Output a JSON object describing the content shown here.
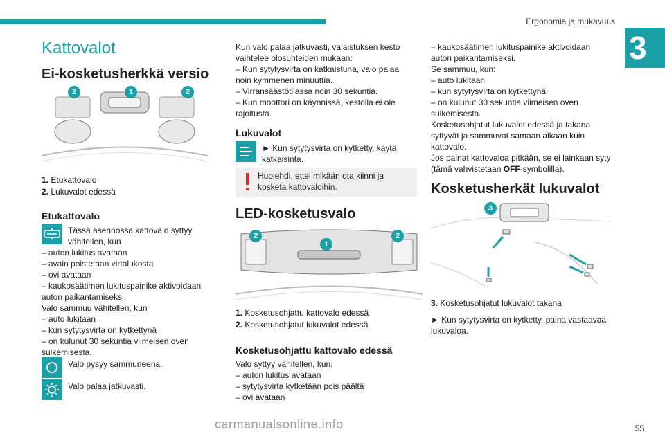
{
  "header": {
    "section_title": "Ergonomia ja mukavuus",
    "chapter_number": "3",
    "page_number": "55"
  },
  "col1": {
    "main_title": "Kattovalot",
    "sub_title": "Ei-kosketusherkkä versio",
    "legend": [
      {
        "num": "1.",
        "text": "Etukattovalo"
      },
      {
        "num": "2.",
        "text": "Lukuvalot edessä"
      }
    ],
    "front_title": "Etukattovalo",
    "front_icon_text": "Tässä asennossa kattovalo syttyy vähitellen, kun",
    "front_lines": [
      "– auton lukitus avataan",
      "– avain poistetaan virtalukosta",
      "– ovi avataan",
      "– kaukosäätimen lukituspainike aktivoidaan auton paikantamiseksi.",
      "Valo sammuu vähitellen, kun",
      "– auto lukitaan",
      "– kun sytytysvirta on kytkettynä",
      "– on kulunut 30 sekuntia viimeisen oven sulkemisesta."
    ],
    "off_text": "Valo pysyy sammuneena.",
    "on_text": "Valo palaa jatkuvasti."
  },
  "col2": {
    "intro_lines": [
      "Kun valo palaa jatkuvasti, valaistuksen kesto vaihtelee olosuhteiden mukaan:",
      "– Kun sytytysvirta on katkaistuna, valo palaa noin kymmenen minuuttia.",
      "– Virransäästötilassa noin 30 sekuntia.",
      "– Kun moottori on käynnissä, kestolla ei ole rajoitusta."
    ],
    "reading_title": "Lukuvalot",
    "reading_text": "► Kun sytytysvirta on kytketty, käytä katkaisinta.",
    "warning_text": "Huolehdi, ettei mikään ota kiinni ja kosketa kattovaloihin.",
    "led_title": "LED-kosketusvalo",
    "legend": [
      {
        "num": "1.",
        "text": "Kosketusohjattu kattovalo edessä"
      },
      {
        "num": "2.",
        "text": "Kosketusohjatut lukuvalot edessä"
      }
    ],
    "touch_title": "Kosketusohjattu kattovalo edessä",
    "touch_lines": [
      "Valo syttyy vähitellen, kun:",
      "– auton lukitus avataan",
      "– sytytysvirta kytketään pois päältä",
      "– ovi avataan"
    ]
  },
  "col3": {
    "lines_a": [
      "– kaukosäätimen lukituspainike aktivoidaan auton paikantamiseksi.",
      "Se sammuu, kun:",
      "– auto lukitaan",
      "– kun sytytysvirta on kytkettynä",
      "– on kulunut 30 sekuntia viimeisen oven sulkemisesta.",
      "Kosketusohjatut lukuvalot edessä ja takana syttyvät ja sammuvat samaan aikaan kuin kattovalo."
    ],
    "off_line_prefix": "Jos painat kattovaloa pitkään, se ei lainkaan syty (tämä vahvistetaan ",
    "off_word": "OFF",
    "off_line_suffix": "-symbolilla).",
    "touch_reading_title": "Kosketusherkät lukuvalot",
    "legend": [
      {
        "num": "3.",
        "text": "Kosketusohjatut lukuvalot takana"
      }
    ],
    "action_text": "► Kun sytytysvirta on kytketty, paina vastaavaa lukuvaloa."
  },
  "badges": {
    "one": "1",
    "two": "2",
    "three": "3"
  },
  "watermark": "carmanualsonline.info",
  "colors": {
    "accent": "#1aa0a6"
  }
}
